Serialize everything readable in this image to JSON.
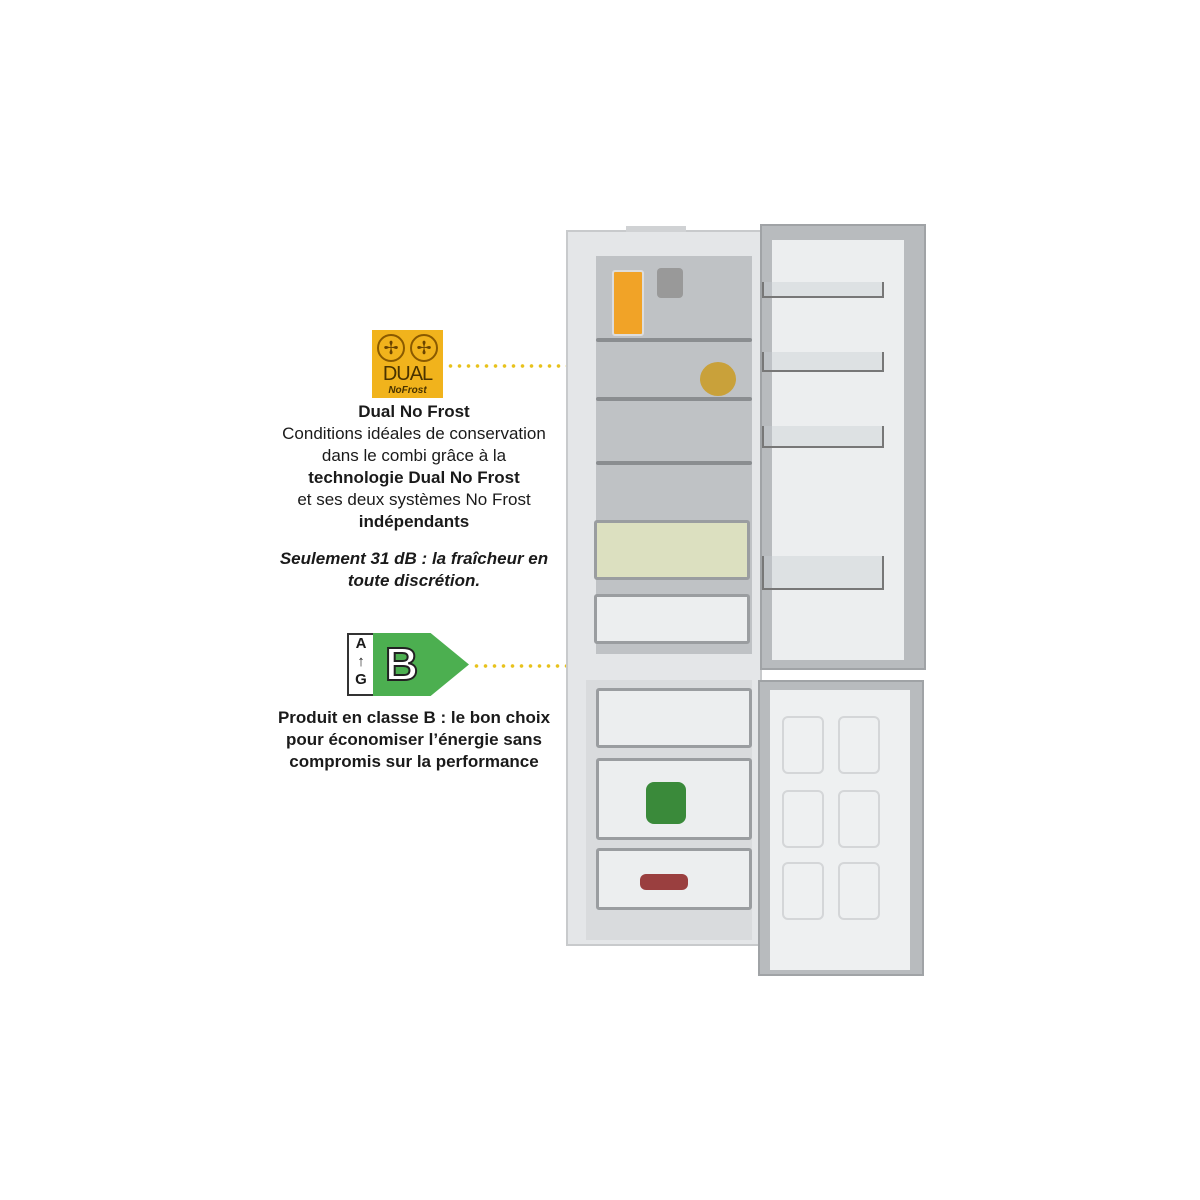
{
  "dual_badge": {
    "line1": "DUAL",
    "line2": "NoFrost",
    "color": "#f1b31c"
  },
  "dual_section": {
    "title": "Dual No Frost",
    "line1": "Conditions idéales de conservation",
    "line2": "dans le combi grâce à la",
    "line3_bold": "technologie Dual No Frost",
    "line4": "et ses deux systèmes No Frost",
    "line5_bold": "indépendants",
    "note_line1": "Seulement 31 dB : la fraîcheur en",
    "note_line2": "toute discrétion."
  },
  "energy_label": {
    "scale_top": "A",
    "scale_bottom": "G",
    "class": "B",
    "color": "#4caf50"
  },
  "energy_section": {
    "line1": "Produit en classe B : le bon choix",
    "line2": "pour économiser l’énergie sans",
    "line3": "compromis sur la performance"
  },
  "accent_dot_color": "#e8c21c"
}
